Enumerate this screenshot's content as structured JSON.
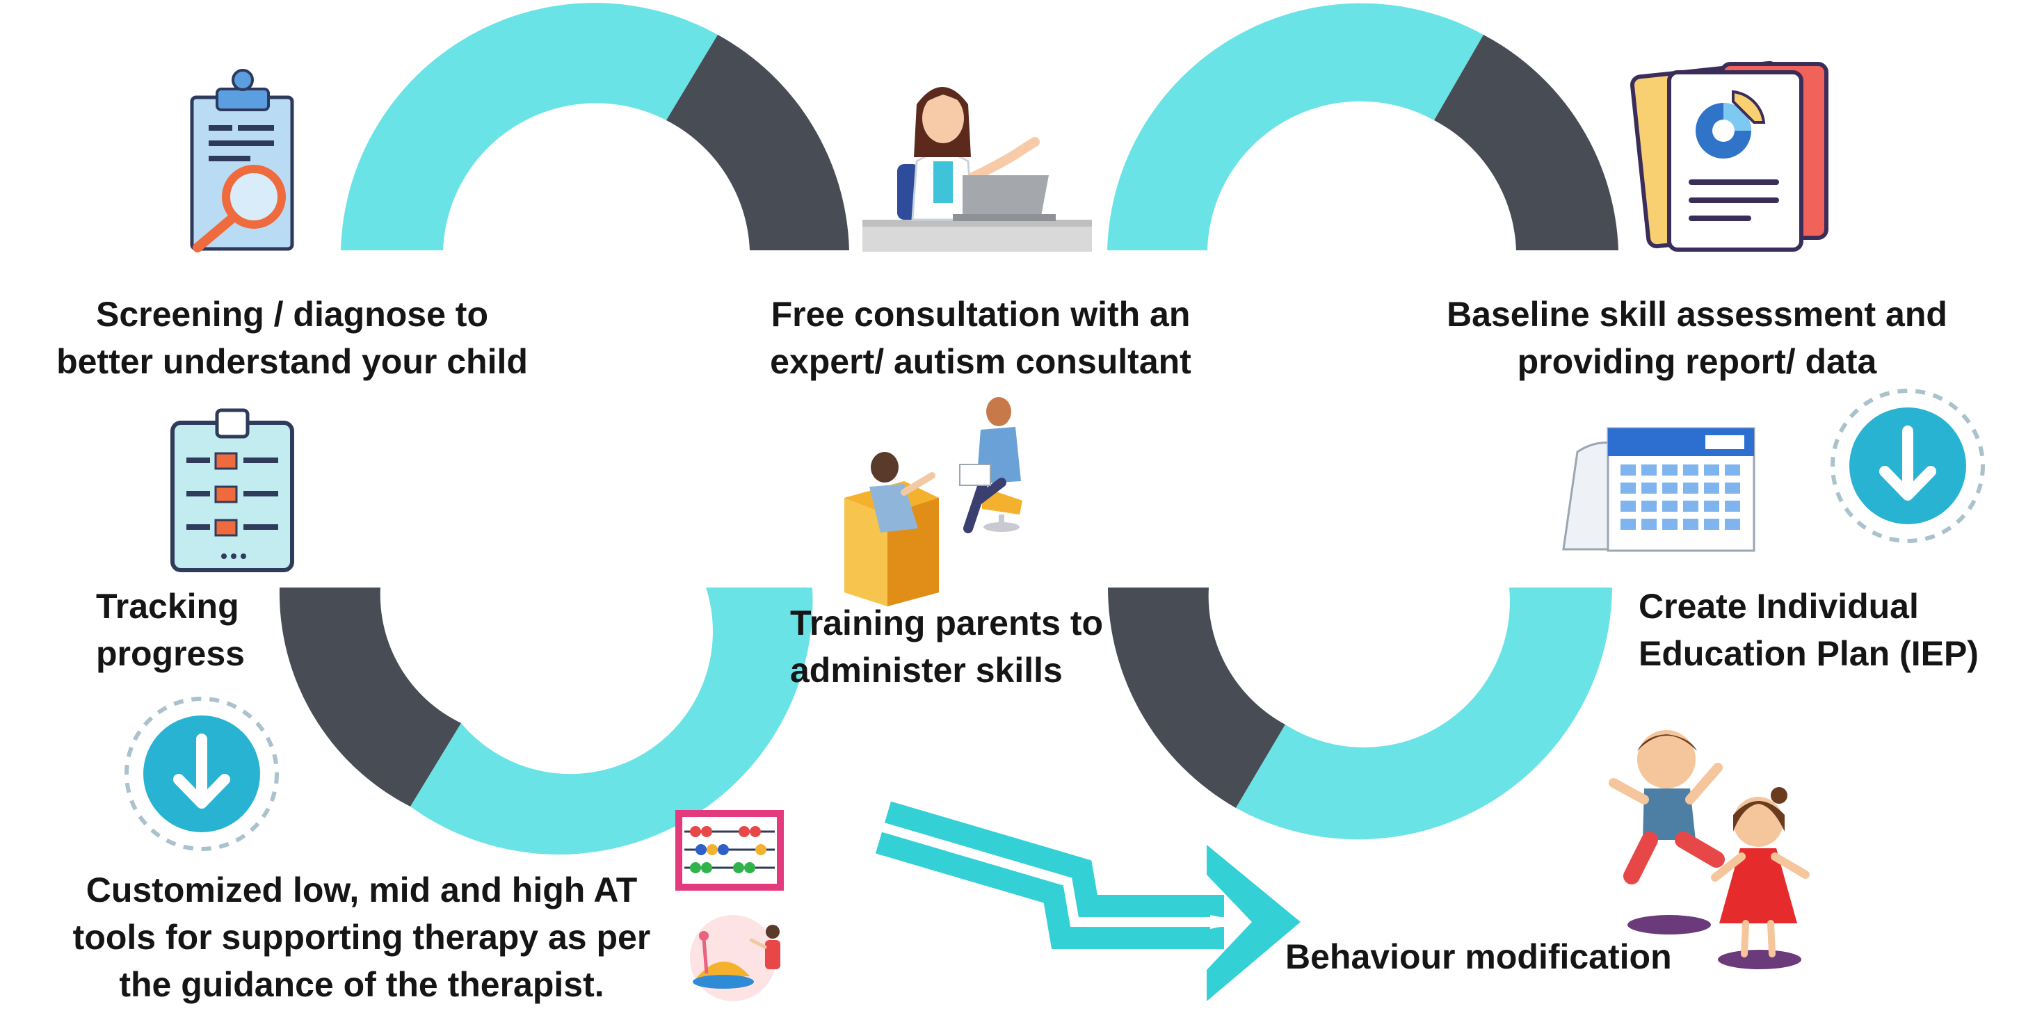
{
  "colors": {
    "accent": "#6ae3e6",
    "dark": "#474c55",
    "text": "#151515",
    "arrow_blue": "#29b3d3",
    "arrow_ring": "#a9c2cc",
    "flow_arrow": "#33d0d6"
  },
  "steps": {
    "screening": {
      "lines": [
        "Screening / diagnose to",
        "better understand your child"
      ],
      "icon": "clipboard-magnifier-icon"
    },
    "consultation": {
      "lines": [
        "Free consultation with an",
        "expert/ autism consultant"
      ],
      "icon": "doctor-at-laptop-icon"
    },
    "assessment": {
      "lines": [
        "Baseline skill assessment and",
        "providing report/ data"
      ],
      "icon": "report-pie-chart-icon"
    },
    "iep": {
      "lines": [
        "Create Individual",
        "Education Plan (IEP)"
      ],
      "icon": "calendar-icon"
    },
    "training": {
      "lines": [
        "Training parents to",
        "administer skills"
      ],
      "icon": "counselling-session-icon"
    },
    "tracking": {
      "lines": [
        "Tracking",
        "progress"
      ],
      "icon": "checklist-clipboard-icon"
    },
    "tools": {
      "lines": [
        "Customized low, mid and high AT",
        "tools for supporting therapy as per",
        "the guidance of the therapist."
      ],
      "icon": "abacus-icon"
    },
    "behaviour": {
      "lines": [
        "Behaviour modification"
      ],
      "icon": "happy-children-icon"
    }
  }
}
